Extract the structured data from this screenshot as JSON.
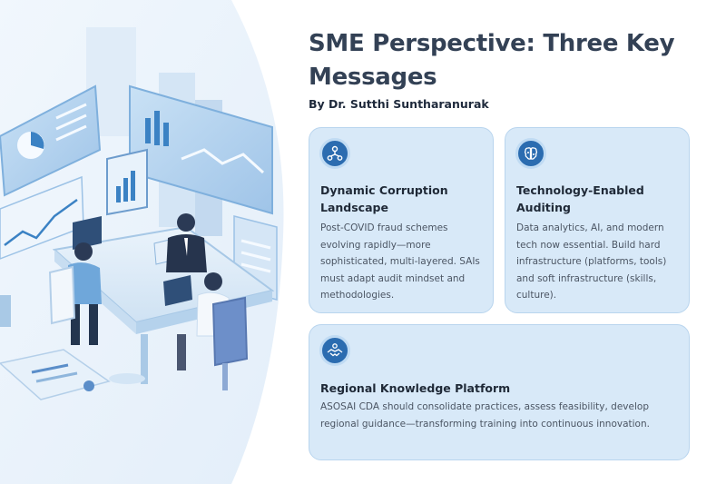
{
  "slide": {
    "title": "SME Perspective: Three Key Messages",
    "byline": "By Dr. Sutthi Suntharanurak"
  },
  "cards": [
    {
      "icon": "network-nodes-icon",
      "title": "Dynamic Corruption Landscape",
      "body": "Post-COVID fraud schemes evolving rapidly—more sophisticated, multi-layered. SAIs must adapt audit mindset and methodologies."
    },
    {
      "icon": "brain-chip-icon",
      "title": "Technology-Enabled Auditing",
      "body": "Data analytics, AI, and modern tech now essential. Build hard infrastructure (platforms, tools) and soft infrastructure (skills, culture)."
    },
    {
      "icon": "handshake-icon",
      "title": "Regional Knowledge Platform",
      "body": "ASOSAI CDA should consolidate practices, assess feasibility, develop regional guidance—transforming training into continuous innovation."
    }
  ],
  "colors": {
    "accent": "#2b6cb0",
    "card_bg": "#d8e9f8",
    "title_text": "#334155"
  }
}
